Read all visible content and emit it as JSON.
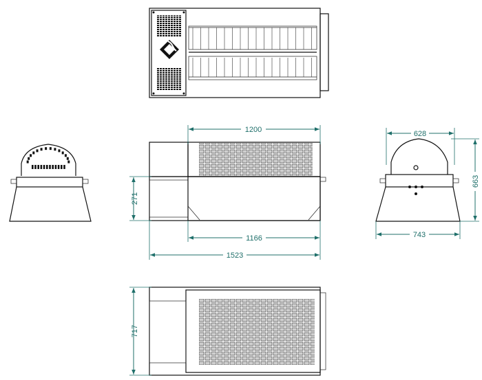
{
  "dimensions": {
    "width_grille": "1200",
    "height_side": "271",
    "width_inner": "1166",
    "width_overall": "1523",
    "depth": "717",
    "end_width_top": "628",
    "end_height": "663",
    "end_width_base": "743"
  },
  "colors": {
    "dimension": "#1f6f6a",
    "ink": "#111111",
    "grille": "#d9d9d9"
  },
  "logo": {
    "icon": "flame-logo-icon"
  }
}
